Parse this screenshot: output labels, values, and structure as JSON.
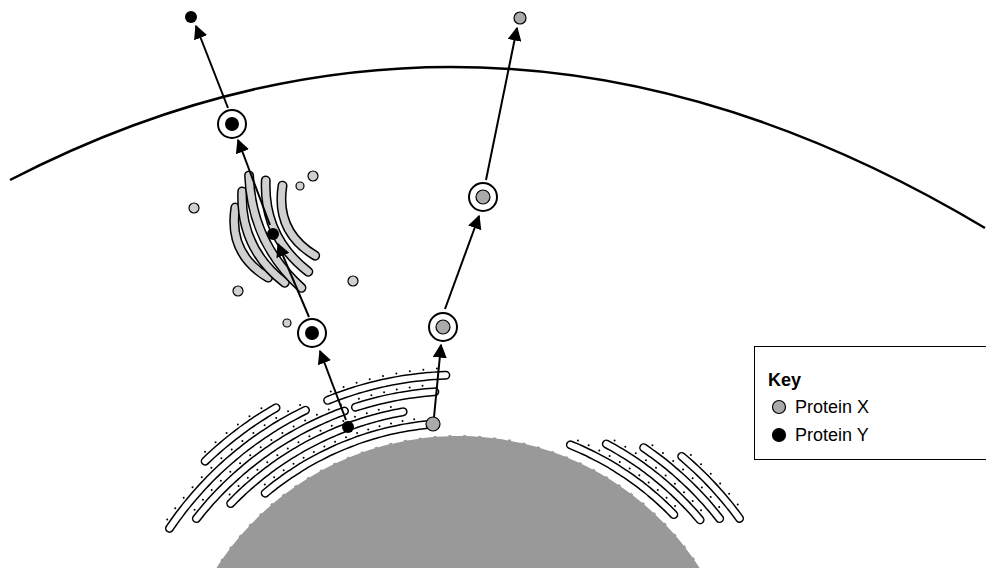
{
  "diagram": {
    "labels": [
      "Key"
    ],
    "legend": [
      {
        "text": "Protein X",
        "color": "#aaaaaa"
      },
      {
        "text": "Protein Y",
        "color": "#000000"
      }
    ]
  }
}
